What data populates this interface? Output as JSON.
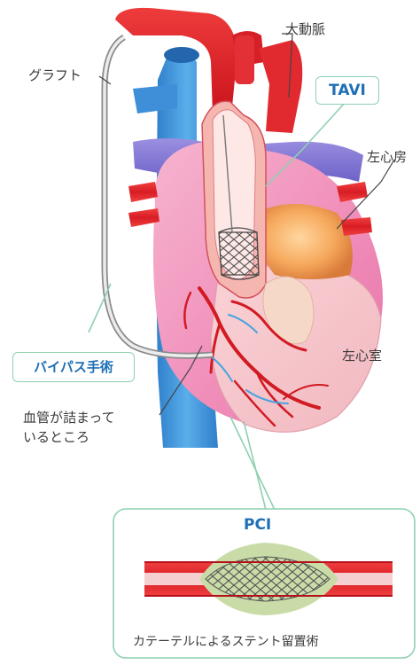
{
  "labels": {
    "graft": "グラフト",
    "aorta": "大動脈",
    "tavi": "TAVI",
    "left_atrium": "左心房",
    "left_ventricle": "左心室",
    "bypass": "バイパス手術",
    "blockage_line1": "血管が詰まって",
    "blockage_line2": "いるところ",
    "pci": "PCI",
    "stent_caption": "カテーテルによるステント留置術"
  },
  "colors": {
    "artery_red": "#e5262b",
    "vein_blue": "#3b8fd6",
    "heart_pink": "#f2a1c4",
    "myocardium": "#f3c0c9",
    "label_blue": "#1f6fb5",
    "callout_green": "#8fd0b0",
    "graft_gray": "#8a8a8a",
    "stent_balloon": "#c9dca8"
  }
}
